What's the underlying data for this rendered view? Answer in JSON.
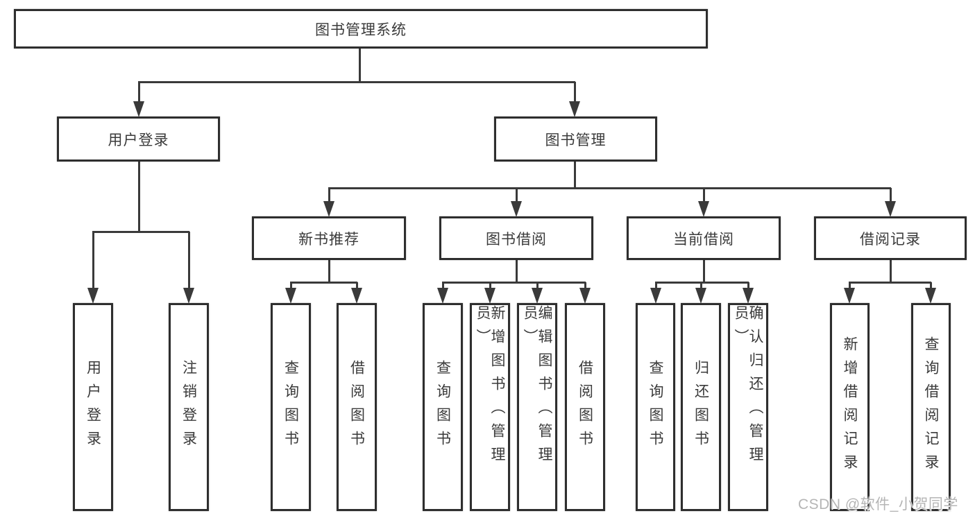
{
  "diagram": {
    "type": "hierarchy",
    "tree": {
      "label": "图书管理系统",
      "children": [
        {
          "label": "用户登录",
          "children": [
            {
              "label": "用户登录"
            },
            {
              "label": "注销登录"
            }
          ]
        },
        {
          "label": "图书管理",
          "children": [
            {
              "label": "新书推荐",
              "children": [
                {
                  "label": "查询图书"
                },
                {
                  "label": "借阅图书"
                }
              ]
            },
            {
              "label": "图书借阅",
              "children": [
                {
                  "label": "查询图书"
                },
                {
                  "label": "新增图书（管理员）"
                },
                {
                  "label": "编辑图书（管理员）"
                },
                {
                  "label": "借阅图书"
                }
              ]
            },
            {
              "label": "当前借阅",
              "children": [
                {
                  "label": "查询图书"
                },
                {
                  "label": "归还图书"
                },
                {
                  "label": "确认归还（管理员）"
                }
              ]
            },
            {
              "label": "借阅记录",
              "children": [
                {
                  "label": "新增借阅记录"
                },
                {
                  "label": "查询借阅记录"
                }
              ]
            }
          ]
        }
      ]
    },
    "colors": {
      "line": "#3a3a3a",
      "box_border": "#2e2e2e",
      "text": "#3a3a3a",
      "background": "#ffffff"
    }
  },
  "watermark": {
    "text": "CSDN @软件_小贺同学",
    "color": "#b5b5b5"
  }
}
